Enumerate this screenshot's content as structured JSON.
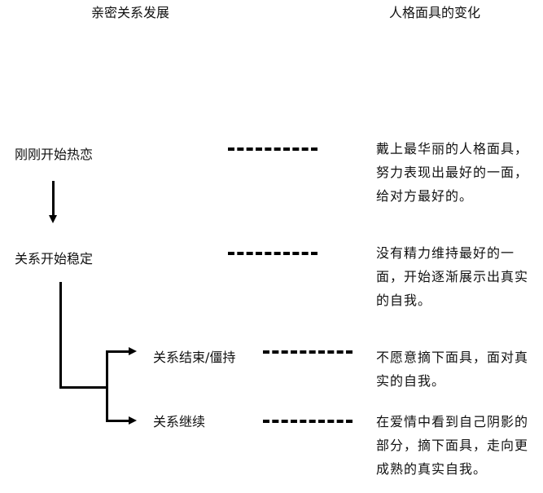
{
  "headers": {
    "left": "亲密关系发展",
    "right": "人格面具的变化"
  },
  "stages": [
    {
      "label": "刚刚开始热恋",
      "desc": "戴上最华丽的人格面具，努力表现出最好的一面，给对方最好的。"
    },
    {
      "label": "关系开始稳定",
      "desc": "没有精力维持最好的一面，开始逐渐展示出真实的自我。"
    },
    {
      "label": "关系结束/僵持",
      "desc": "不愿意摘下面具，面对真实的自我。"
    },
    {
      "label": "关系继续",
      "desc": "在爱情中看到自己阴影的部分，摘下面具，走向更成熟的真实自我。"
    }
  ]
}
